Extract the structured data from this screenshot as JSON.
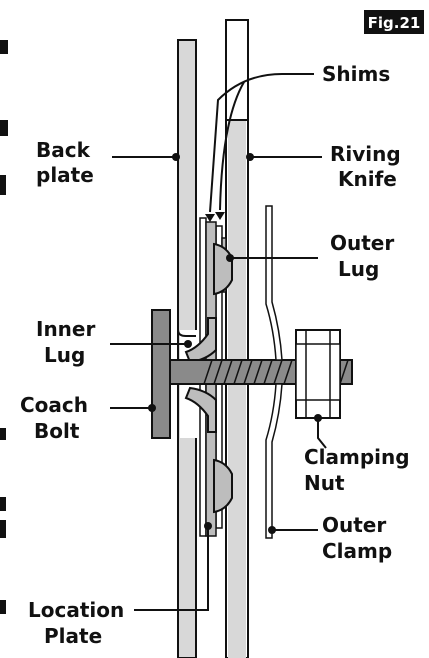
{
  "figure_label": "Fig.21",
  "labels": {
    "shims": "Shims",
    "back_plate_line1": "Back",
    "back_plate_line2": "plate",
    "riving_knife_line1": "Riving",
    "riving_knife_line2": "Knife",
    "outer_lug_line1": "Outer",
    "outer_lug_line2": "Lug",
    "inner_lug_line1": "Inner",
    "inner_lug_line2": "Lug",
    "coach_bolt_line1": "Coach",
    "coach_bolt_line2": "Bolt",
    "clamping_nut_line1": "Clamping",
    "clamping_nut_line2": "Nut",
    "outer_clamp_line1": "Outer",
    "outer_clamp_line2": "Clamp",
    "location_plate_line1": "Location",
    "location_plate_line2": "Plate"
  },
  "colors": {
    "line": "#111111",
    "metal_fill": "#d8d8d8",
    "bolt_fill": "#8a8a8a",
    "badge_fill": "#111111"
  }
}
